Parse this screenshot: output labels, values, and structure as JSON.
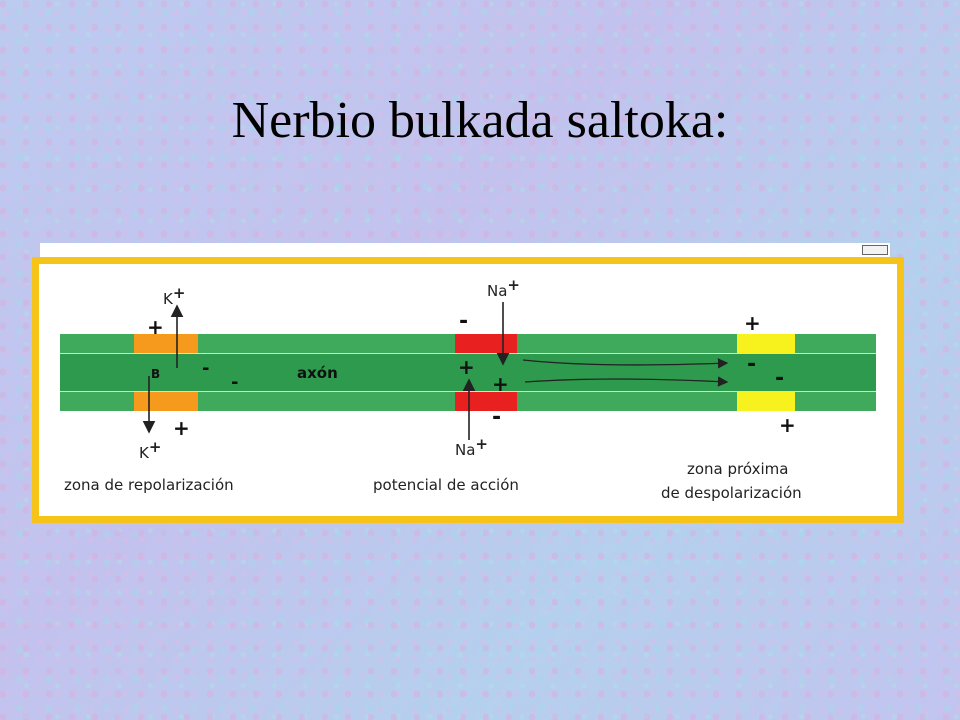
{
  "slide": {
    "title": "Nerbio bulkada saltoka:"
  },
  "diagram": {
    "axon_label": "axón",
    "b_label": "B",
    "ions": {
      "k_top": "K",
      "k_bottom": "K",
      "na_top": "Na",
      "na_bottom": "Na",
      "charge": "+"
    },
    "zones": {
      "repolarization": "zona de repolarización",
      "action_potential": "potencial de acción",
      "next_line1": "zona próxima",
      "next_line2": "de despolarización"
    },
    "signs": {
      "plus": "+",
      "minus": "-"
    },
    "colors": {
      "frame": "#f6c318",
      "axon_membrane": "#3faa5c",
      "axon_core": "#2e9a4e",
      "repolarization_zone": "#f59a1c",
      "action_zone": "#e82020",
      "next_zone": "#f7f21e"
    }
  }
}
